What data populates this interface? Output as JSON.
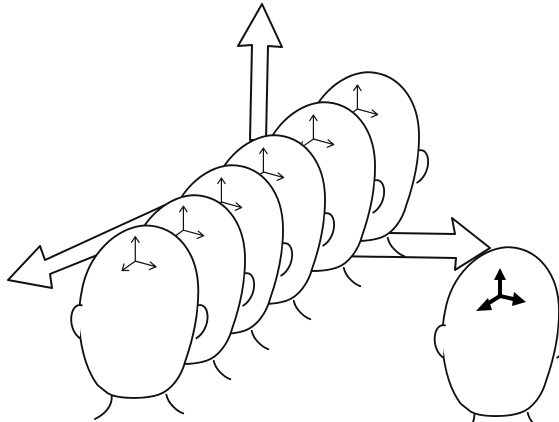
{
  "figure": {
    "background": "#ffffff",
    "line_color": "#111111",
    "head_count": 7,
    "axis_arrows": [
      "up",
      "left",
      "right"
    ],
    "icons": [
      "axis-triad-icon",
      "head-outline-icon",
      "large-arrow-icon"
    ]
  }
}
